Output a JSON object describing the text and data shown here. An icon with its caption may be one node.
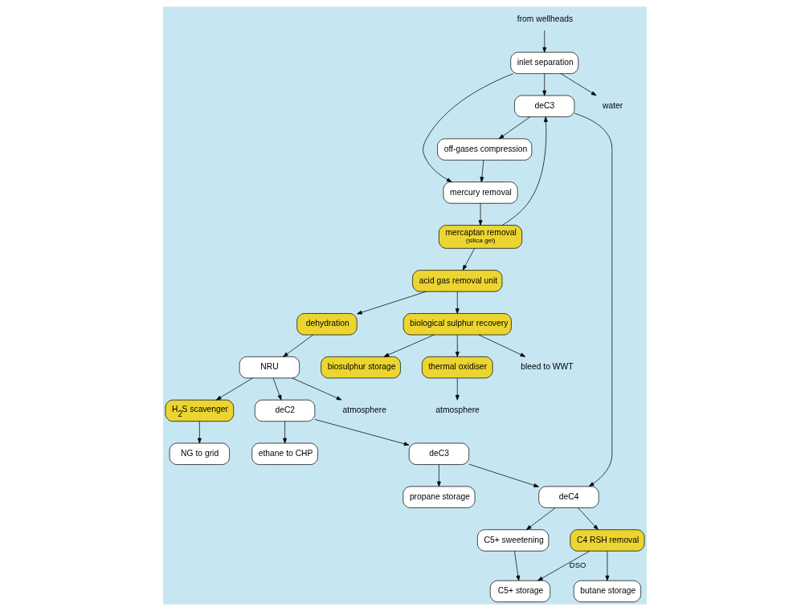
{
  "diagram": {
    "nodes": [
      {
        "text": [
          "atmosphere"
        ]
      },
      {
        "text": [
          "thermal oxidiser"
        ]
      },
      {
        "text": [
          "biological sulphur recovery"
        ]
      },
      {
        "text": [
          "bleed to WWT"
        ]
      },
      {
        "text": [
          "biosulphur storage"
        ]
      },
      {
        "text": [
          "mercaptan removal",
          "(silica gel)"
        ]
      },
      {
        "text": [
          "acid gas removal unit"
        ]
      },
      {
        "text": [
          "dehydration"
        ]
      },
      {
        "text": [
          "atmosphere"
        ]
      },
      {
        "text": [
          "NRU"
        ]
      },
      {
        "text": [
          "NG to grid"
        ]
      },
      {
        "text": [
          "H$_{2}$S scavenger"
        ]
      },
      {
        "text": [
          "mercury removal"
        ]
      },
      {
        "text": [
          "deC2"
        ]
      },
      {
        "text": [
          "ethane to CHP"
        ]
      },
      {
        "text": [
          "off-gases compression"
        ]
      },
      {
        "text": [
          "deC3"
        ]
      },
      {
        "text": [
          "propane storage"
        ]
      },
      {
        "text": [
          "from wellheads"
        ]
      },
      {
        "text": [
          "inlet separation"
        ]
      },
      {
        "text": [
          "deC3"
        ]
      },
      {
        "text": [
          "butane storage"
        ]
      },
      {
        "text": [
          "water"
        ]
      },
      {
        "text": [
          "C5+ storage"
        ]
      },
      {
        "text": [
          "C5+ sweetening"
        ]
      },
      {
        "text": [
          "deC4"
        ]
      },
      {
        "text": [
          "C4 RSH removal"
        ]
      }
    ],
    "edges": [
      {
        "from": 2,
        "to": 1,
        "arrow": "to"
      },
      {
        "from": 1,
        "to": 0,
        "arrow": "to"
      },
      {
        "from": 2,
        "to": 3,
        "arrow": "to"
      },
      {
        "from": 2,
        "to": 4,
        "arrow": "to"
      },
      {
        "from": 6,
        "to": 2,
        "arrow": "to"
      },
      {
        "from": 5,
        "to": 6,
        "arrow": "to"
      },
      {
        "from": 6,
        "to": 7,
        "arrow": "to"
      },
      {
        "from": 7,
        "to": 9,
        "arrow": "to"
      },
      {
        "from": 9,
        "to": 8,
        "arrow": "to"
      },
      {
        "from": 9,
        "to": 11,
        "arrow": "to"
      },
      {
        "from": 11,
        "to": 10,
        "arrow": "to"
      },
      {
        "from": 9,
        "to": 13,
        "arrow": "to"
      },
      {
        "from": 13,
        "to": 14,
        "arrow": "to"
      },
      {
        "from": 13,
        "to": 16,
        "arrow": "to"
      },
      {
        "from": 16,
        "to": 17,
        "arrow": "to"
      },
      {
        "from": 16,
        "to": 25,
        "arrow": "to"
      },
      {
        "from": 18,
        "to": 19,
        "arrow": "to"
      },
      {
        "from": 19,
        "to": 20,
        "arrow": "to"
      },
      {
        "from": 19,
        "to": 22,
        "arrow": "to"
      },
      {
        "from": 19,
        "to": 12,
        "arrow": "to"
      },
      {
        "from": 12,
        "to": 5,
        "arrow": "to"
      },
      {
        "from": 5,
        "to": 20,
        "arrow": "to"
      },
      {
        "from": 15,
        "to": 12,
        "arrow": "to"
      },
      {
        "from": 20,
        "to": 15,
        "arrow": "to"
      },
      {
        "from": 20,
        "to": 25,
        "arrow": "to"
      },
      {
        "from": 25,
        "to": 24,
        "arrow": "to"
      },
      {
        "from": 24,
        "to": 23,
        "arrow": "to"
      },
      {
        "from": 25,
        "to": 26,
        "arrow": "to"
      },
      {
        "from": 26,
        "to": 21,
        "arrow": "to"
      },
      {
        "from": 26,
        "to": 23,
        "arrow": "to",
        "label": "DSO"
      }
    ]
  }
}
